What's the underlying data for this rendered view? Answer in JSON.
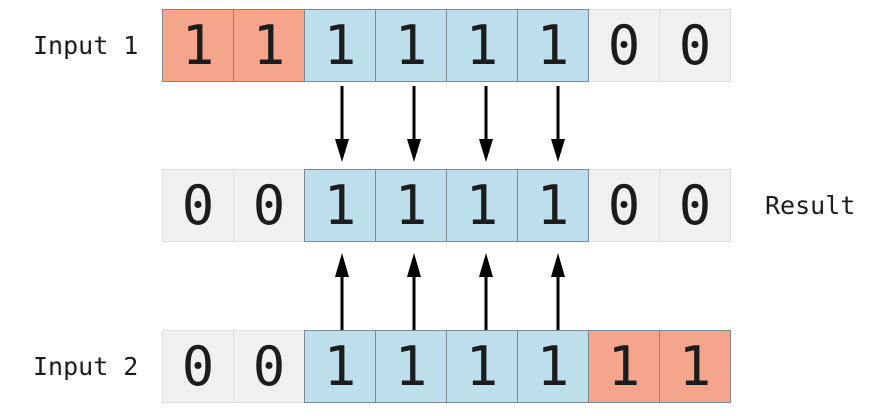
{
  "figure": {
    "rows": [
      {
        "id": "input1",
        "label": "Input 1",
        "label_side": "left",
        "cells": [
          {
            "value": "1",
            "state": "masked"
          },
          {
            "value": "1",
            "state": "masked"
          },
          {
            "value": "1",
            "state": "active"
          },
          {
            "value": "1",
            "state": "active"
          },
          {
            "value": "1",
            "state": "active"
          },
          {
            "value": "1",
            "state": "active"
          },
          {
            "value": "0",
            "state": "plain"
          },
          {
            "value": "0",
            "state": "plain"
          }
        ]
      },
      {
        "id": "result",
        "label": "Result",
        "label_side": "right",
        "cells": [
          {
            "value": "0",
            "state": "plain"
          },
          {
            "value": "0",
            "state": "plain"
          },
          {
            "value": "1",
            "state": "active"
          },
          {
            "value": "1",
            "state": "active"
          },
          {
            "value": "1",
            "state": "active"
          },
          {
            "value": "1",
            "state": "active"
          },
          {
            "value": "0",
            "state": "plain"
          },
          {
            "value": "0",
            "state": "plain"
          }
        ]
      },
      {
        "id": "input2",
        "label": "Input 2",
        "label_side": "left",
        "cells": [
          {
            "value": "0",
            "state": "plain"
          },
          {
            "value": "0",
            "state": "plain"
          },
          {
            "value": "1",
            "state": "active"
          },
          {
            "value": "1",
            "state": "active"
          },
          {
            "value": "1",
            "state": "active"
          },
          {
            "value": "1",
            "state": "active"
          },
          {
            "value": "1",
            "state": "masked"
          },
          {
            "value": "1",
            "state": "masked"
          }
        ]
      }
    ],
    "arrows": {
      "down": {
        "count": 4,
        "from": "input1",
        "to": "result"
      },
      "up": {
        "count": 4,
        "from": "input2",
        "to": "result"
      }
    }
  },
  "colors": {
    "masked-bg": "#F4A58C",
    "active-bg": "#BCDFEB",
    "plain-bg": "#F0F0F0",
    "plain-border": "#DEDEDE",
    "strong-border": "#7E8A91",
    "arrow": "#000000",
    "text": "#1C1C1C",
    "canvas-bg": "#FFFFFF"
  }
}
